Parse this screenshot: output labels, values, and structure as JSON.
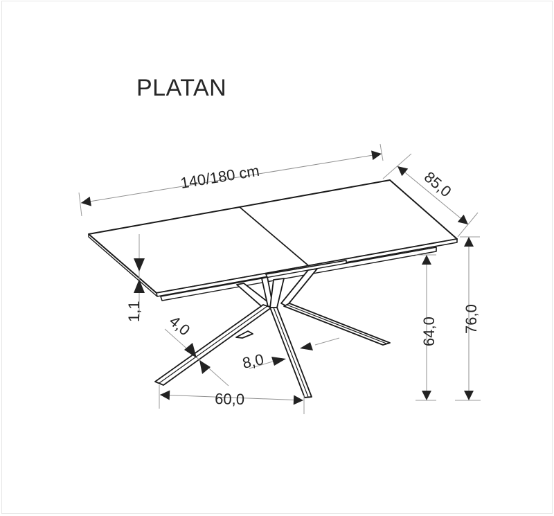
{
  "diagram": {
    "title": "PLATAN",
    "subject": "extendable dining table",
    "colors": {
      "outline": "#1a1a1a",
      "dimension_line": "#9a9a9a",
      "arrow": "#222222",
      "background": "#ffffff",
      "border": "#e6e6e6"
    },
    "dimensions": {
      "length": {
        "label": "140/180 cm",
        "meaning": "table length closed/extended"
      },
      "depth": {
        "label": "85,0",
        "meaning": "table depth"
      },
      "total_height": {
        "label": "76,0",
        "meaning": "overall height"
      },
      "frame_height": {
        "label": "64,0",
        "meaning": "height to underside of frame"
      },
      "top_thickness": {
        "label": "1,1",
        "meaning": "tabletop thickness"
      },
      "leg_width_small": {
        "label": "4,0",
        "meaning": "leg thickness"
      },
      "leg_width_large": {
        "label": "8,0",
        "meaning": "leg width"
      },
      "leg_span": {
        "label": "60,0",
        "meaning": "leg footprint span"
      }
    }
  }
}
